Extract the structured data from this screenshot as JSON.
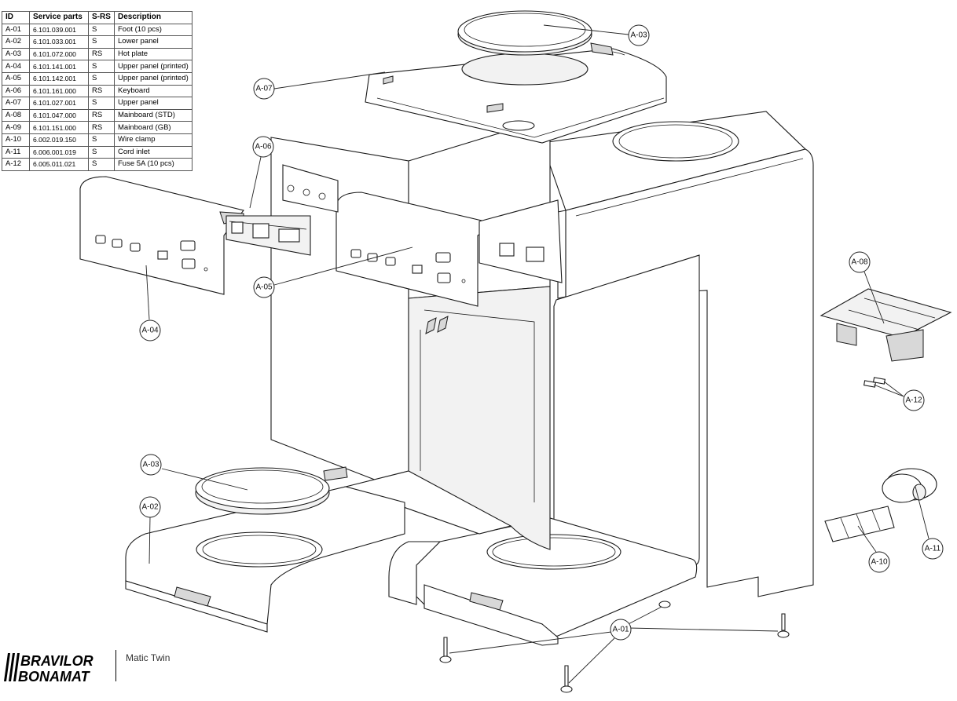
{
  "table": {
    "headers": [
      "ID",
      "Service parts",
      "S-RS",
      "Description"
    ],
    "rows": [
      [
        "A-01",
        "6.101.039.001",
        "S",
        "Foot (10 pcs)"
      ],
      [
        "A-02",
        "6.101.033.001",
        "S",
        "Lower panel"
      ],
      [
        "A-03",
        "6.101.072.000",
        "RS",
        "Hot plate"
      ],
      [
        "A-04",
        "6.101.141.001",
        "S",
        "Upper panel (printed)"
      ],
      [
        "A-05",
        "6.101.142.001",
        "S",
        "Upper panel (printed)"
      ],
      [
        "A-06",
        "6.101.161.000",
        "RS",
        "Keyboard"
      ],
      [
        "A-07",
        "6.101.027.001",
        "S",
        "Upper panel"
      ],
      [
        "A-08",
        "6.101.047.000",
        "RS",
        "Mainboard (STD)"
      ],
      [
        "A-09",
        "6.101.151.000",
        "RS",
        "Mainboard (GB)"
      ],
      [
        "A-10",
        "6.002.019.150",
        "S",
        "Wire clamp"
      ],
      [
        "A-11",
        "6.006.001.019",
        "S",
        "Cord inlet"
      ],
      [
        "A-12",
        "6.005.011.021",
        "S",
        "Fuse 5A (10 pcs)"
      ]
    ]
  },
  "callouts": {
    "a03_top": "A-03",
    "a07": "A-07",
    "a06": "A-06",
    "a05": "A-05",
    "a04": "A-04",
    "a08": "A-08",
    "a12": "A-12",
    "a03_bottom": "A-03",
    "a02": "A-02",
    "a11": "A-11",
    "a10": "A-10",
    "a01": "A-01"
  },
  "brand": {
    "line1": "BRAVILOR",
    "line2": "BONAMAT",
    "model": "Matic Twin"
  },
  "colors": {
    "line": "#1a1a1a",
    "shade": "#d8d8d8"
  }
}
